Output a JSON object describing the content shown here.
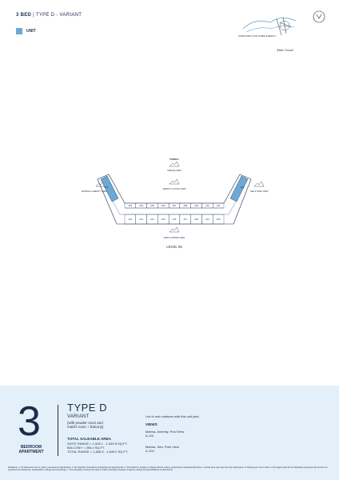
{
  "header": {
    "bed": "3 BED",
    "separator": " | ",
    "type": "TYPE D - VARIANT"
  },
  "legend": {
    "label": "UNIT",
    "color": "#6da9d6"
  },
  "logo": {
    "line1": "DOWNTOWN LUXE TOWER & BEAUTY",
    "signature": "Aldar Grand"
  },
  "plan": {
    "tower": "TOWER A",
    "tower_sub": "MARINA VIEW",
    "left_view": "MARINA & AMENITY VIEW",
    "right_view": "SEA & PARK VIEW",
    "center_view": "AMENITY & POOL VIEW",
    "bottom_view": "PARK & WATER VIEW",
    "level": "LEVEL 05",
    "left_unit": "A01",
    "right_unit": "A04",
    "units": [
      "A02",
      "A03",
      "A05",
      "A06",
      "A07",
      "A08",
      "A09",
      "A10",
      "A11",
      "A12",
      "A13",
      "A14",
      "A15",
      "A16",
      "A17",
      "A18",
      "A19",
      "A20"
    ]
  },
  "footer": {
    "bedrooms": "3",
    "bedroom_label": "BEDROOM",
    "apartment_label": "APARTMENT",
    "type_title": "TYPE D",
    "variant": "VARIANT",
    "variant_desc1": "(with powder room and",
    "variant_desc2": "maid's room + balcony)",
    "area_title": "TOTAL SALEABLE AREA",
    "suite": "SUITE RANGE = 1,539.1 - 1,539.5 SQ.FT.",
    "balcony": "BALCONY = 306.4 SQ.FT.",
    "total": "TOTAL RANGE = 1,845.5 - 1,845.9 SQ.FT.",
    "unit_list_title": "List of unit numbers with this unit plan",
    "views_title": "VIEWS",
    "view1_name": "Marina, Amenity, Pool View",
    "view1_unit": "A-101",
    "view2_name": "Marina, Sea, Park View",
    "view2_unit": "A-104"
  },
  "disclaimer": "Disclaimer: 1. All dimensions are in metric, measured to wall finishes. 2. All materials, dimensions & drawings are approximate. 3. Information is subject to change without notice, at developer's absolute discretion. 4. Actual area may vary from the stated area. 5. Drawing are not to scale. 6. All images used are for illustrative purposes only and do not represent the actual look, specifications, fittings and furnishings. 7. The developer reserves the right to make necessary changes to layouts, design and specifications as deemed fit."
}
